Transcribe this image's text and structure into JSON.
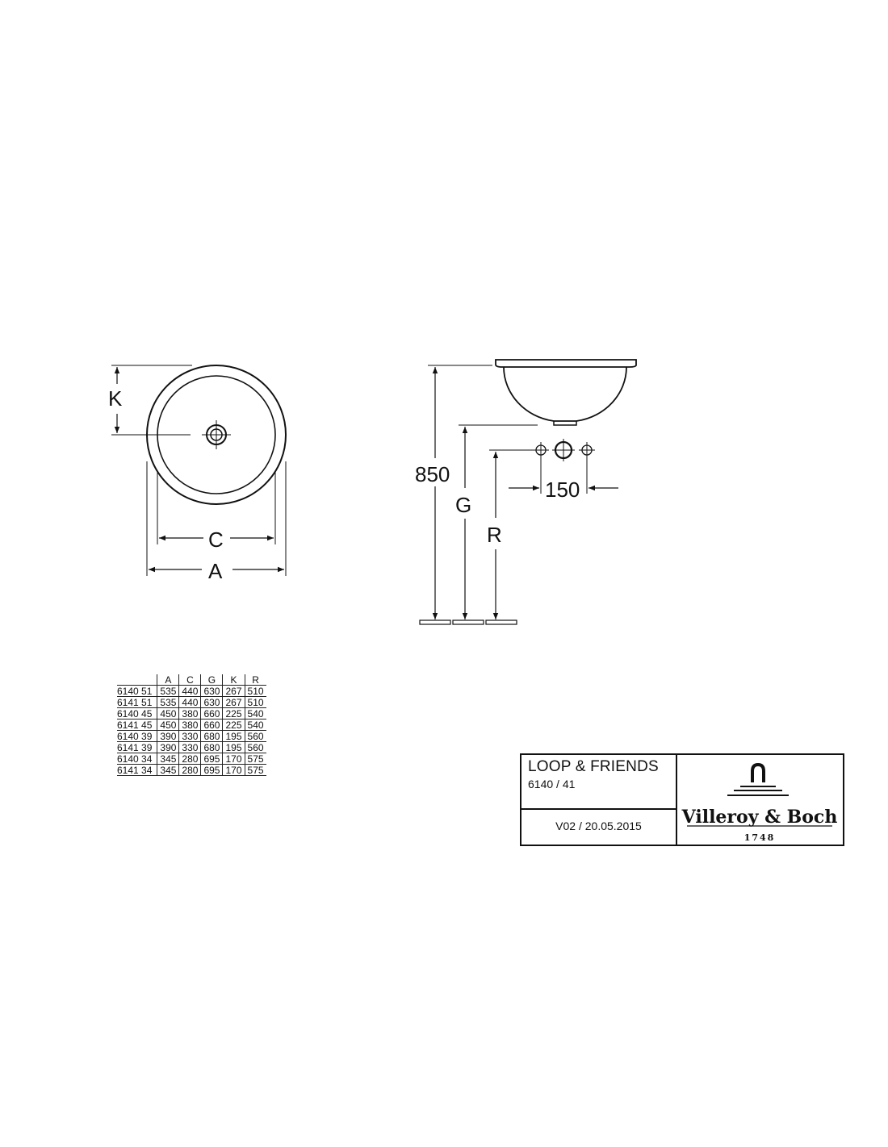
{
  "plan_view": {
    "label_k": "K",
    "label_c": "C",
    "label_a": "A"
  },
  "side_view": {
    "height_label": "850",
    "label_g": "G",
    "label_r": "R",
    "spacing_label": "150"
  },
  "dimension_table": {
    "columns": [
      "",
      "A",
      "C",
      "G",
      "K",
      "R"
    ],
    "rows": [
      [
        "6140 51",
        "535",
        "440",
        "630",
        "267",
        "510"
      ],
      [
        "6141 51",
        "535",
        "440",
        "630",
        "267",
        "510"
      ],
      [
        "6140 45",
        "450",
        "380",
        "660",
        "225",
        "540"
      ],
      [
        "6141 45",
        "450",
        "380",
        "660",
        "225",
        "540"
      ],
      [
        "6140 39",
        "390",
        "330",
        "680",
        "195",
        "560"
      ],
      [
        "6141 39",
        "390",
        "330",
        "680",
        "195",
        "560"
      ],
      [
        "6140 34",
        "345",
        "280",
        "695",
        "170",
        "575"
      ],
      [
        "6141 34",
        "345",
        "280",
        "695",
        "170",
        "575"
      ]
    ]
  },
  "title_block": {
    "product_name": "LOOP & FRIENDS",
    "model_number": "6140 / 41",
    "version": "V02 / 20.05.2015",
    "brand": "Villeroy & Boch",
    "brand_year": "1748"
  }
}
